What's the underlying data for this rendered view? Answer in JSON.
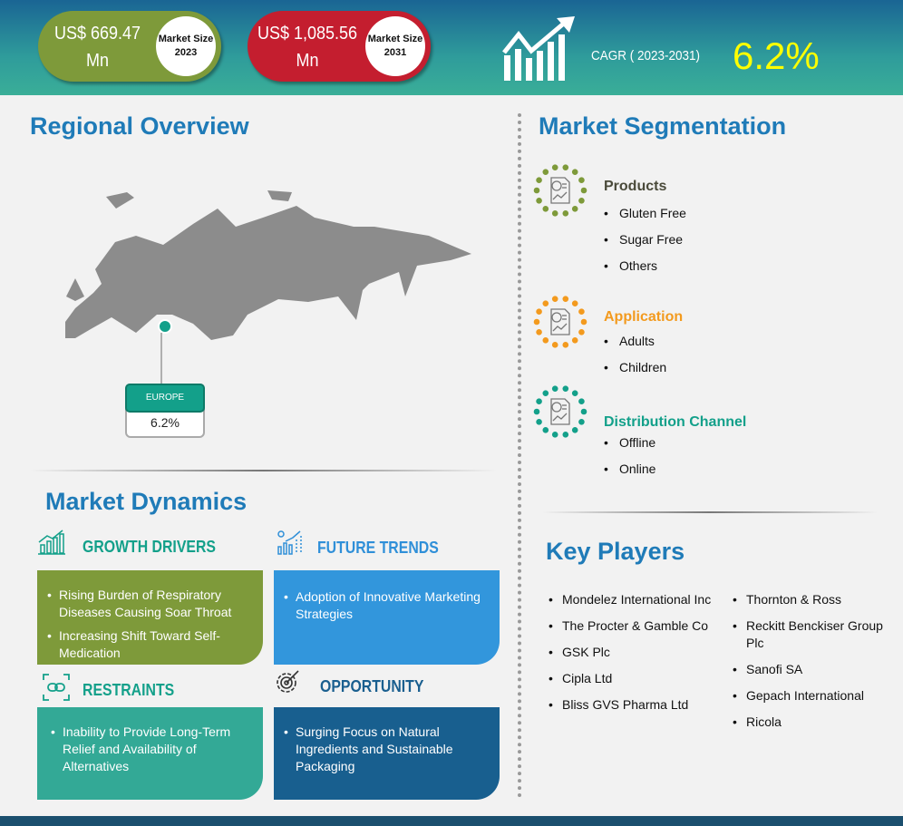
{
  "header": {
    "market_2023": {
      "value": "US$ 669.47 Mn",
      "label": "Market Size 2023",
      "color": "#7e9a3a"
    },
    "market_2031": {
      "value": "US$ 1,085.56 Mn",
      "label": "Market Size 2031",
      "color": "#c41e2f"
    },
    "cagr_label": "CAGR ( 2023-2031)",
    "cagr_value": "6.2%",
    "cagr_color": "#ffff00"
  },
  "regional": {
    "title": "Regional Overview",
    "region": "EUROPE",
    "region_value": "6.2%"
  },
  "segmentation": {
    "title": "Market Segmentation",
    "groups": [
      {
        "title": "Products",
        "color": "#4a4a3a",
        "dot_color": "#7e9a3a",
        "items": [
          "Gluten Free",
          "Sugar Free",
          "Others"
        ]
      },
      {
        "title": "Application",
        "color": "#f39a1e",
        "dot_color": "#f39a1e",
        "items": [
          "Adults",
          "Children"
        ]
      },
      {
        "title": "Distribution Channel",
        "color": "#13a08a",
        "dot_color": "#13a08a",
        "items": [
          "Offline",
          "Online"
        ]
      }
    ]
  },
  "dynamics": {
    "title": "Market Dynamics",
    "growth_drivers": {
      "title": "GROWTH DRIVERS",
      "items": [
        "Rising Burden of Respiratory Diseases Causing Soar Throat",
        "Increasing Shift Toward Self-Medication"
      ]
    },
    "future_trends": {
      "title": "FUTURE TRENDS",
      "items": [
        "Adoption of Innovative Marketing Strategies"
      ]
    },
    "restraints": {
      "title": "RESTRAINTS",
      "items": [
        "Inability to Provide Long-Term Relief and Availability of Alternatives"
      ]
    },
    "opportunity": {
      "title": "OPPORTUNITY",
      "items": [
        "Surging Focus on Natural Ingredients and Sustainable Packaging"
      ]
    }
  },
  "key_players": {
    "title": "Key Players",
    "left": [
      "Mondelez International Inc",
      "The Procter & Gamble Co",
      "GSK Plc",
      "Cipla Ltd",
      "Bliss GVS Pharma Ltd"
    ],
    "right": [
      "Thornton & Ross",
      "Reckitt Benckiser Group Plc",
      "Sanofi SA",
      "Gepach International",
      "Ricola"
    ]
  }
}
